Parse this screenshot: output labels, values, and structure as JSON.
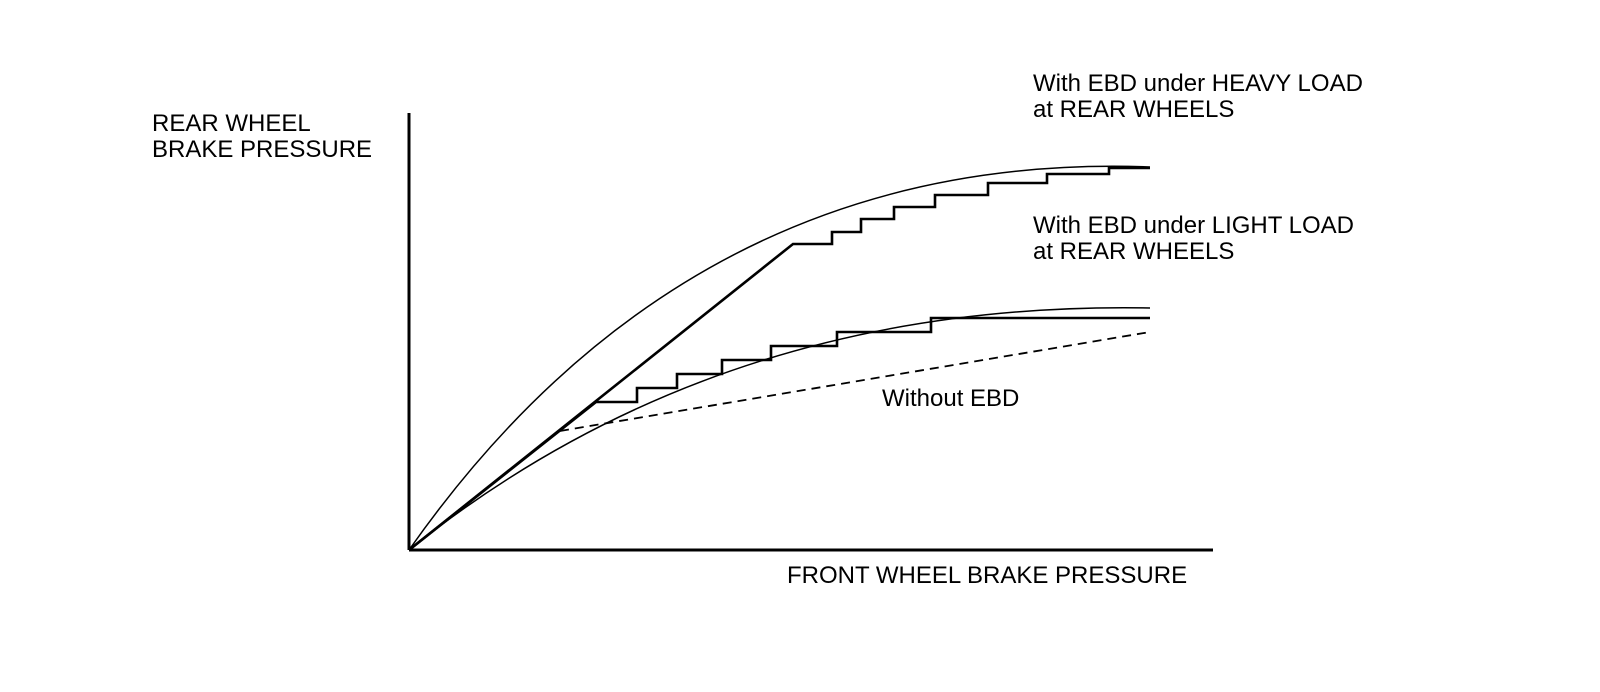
{
  "diagram": {
    "axes": {
      "y_label": [
        "REAR WHEEL",
        "BRAKE PRESSURE"
      ],
      "x_label": "FRONT WHEEL BRAKE PRESSURE"
    },
    "curves": {
      "heavy_load": [
        "With EBD under HEAVY LOAD",
        "at REAR WHEELS"
      ],
      "light_load": [
        "With EBD under LIGHT LOAD",
        "at REAR WHEELS"
      ],
      "without_ebd": "Without EBD"
    },
    "line_color": "#000000",
    "background_color": "#ffffff"
  }
}
